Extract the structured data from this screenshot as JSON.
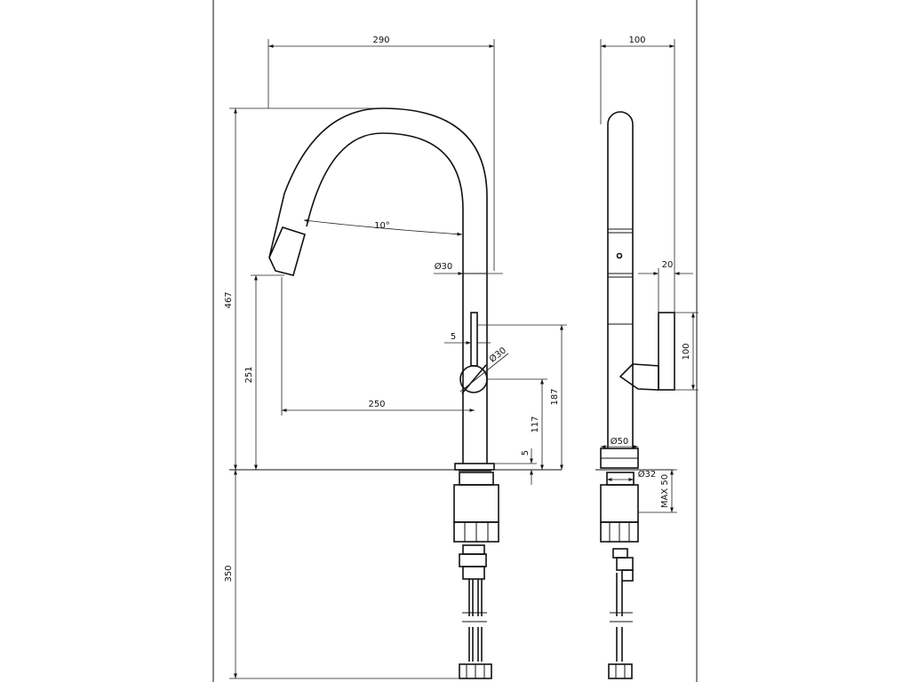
{
  "front_view": {
    "dims": {
      "width_total": "290",
      "height_total": "467",
      "spout_height": "251",
      "reach": "250",
      "spray_angle": "10°",
      "neck_diameter": "Ø30",
      "lever_gap": "5",
      "lever_diameter": "Ø30",
      "lever_top_height": "187",
      "lever_center_height": "117",
      "base_height": "5",
      "under_counter": "350"
    }
  },
  "side_view": {
    "dims": {
      "depth_total": "100",
      "lever_offset": "20",
      "lever_length": "100",
      "base_diameter": "Ø50",
      "hole_diameter": "Ø32",
      "max_counter": "MAX 50"
    }
  }
}
